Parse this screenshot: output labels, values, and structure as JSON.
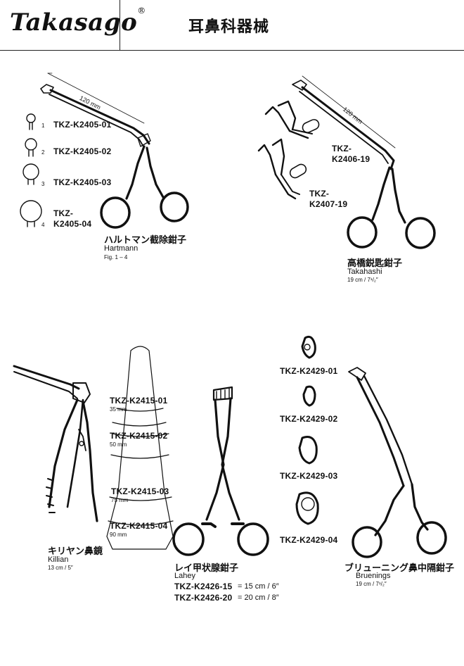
{
  "header": {
    "logo": "Takasago",
    "registered": "®",
    "title": "耳鼻科器械"
  },
  "hartmann": {
    "dimension": "120 mm",
    "items": [
      {
        "num": "1",
        "code": "TKZ-K2405-01"
      },
      {
        "num": "2",
        "code": "TKZ-K2405-02"
      },
      {
        "num": "3",
        "code": "TKZ-K2405-03"
      },
      {
        "num": "4",
        "code_line1": "TKZ-",
        "code_line2": "K2405-04"
      }
    ],
    "name_jp": "ハルトマン截除鉗子",
    "name_en": "Hartmann",
    "fig": "Fig. 1 – 4"
  },
  "takahashi": {
    "dimension": "120 mm",
    "items": [
      {
        "code_line1": "TKZ-",
        "code_line2": "K2406-19"
      },
      {
        "code_line1": "TKZ-",
        "code_line2": "K2407-19"
      }
    ],
    "name_jp": "高橋鋭匙鉗子",
    "name_en": "Takahashi",
    "size": "19 cm / 7¹/₂″"
  },
  "killian": {
    "name_jp": "キリヤン鼻鏡",
    "name_en": "Killian",
    "size": "13 cm / 5″"
  },
  "speculum_blades": {
    "items": [
      {
        "code": "TKZ-K2415-01",
        "length": "35 mm"
      },
      {
        "code": "TKZ-K2415-02",
        "length": "50 mm"
      },
      {
        "code": "TKZ-K2415-03",
        "length": "75 mm"
      },
      {
        "code": "TKZ-K2415-04",
        "length": "90 mm"
      }
    ]
  },
  "lahey": {
    "name_jp": "レイ甲状腺鉗子",
    "name_en": "Lahey",
    "variants": [
      {
        "code": "TKZ-K2426-15",
        "size": "= 15 cm / 6″"
      },
      {
        "code": "TKZ-K2426-20",
        "size": "= 20 cm / 8″"
      }
    ]
  },
  "tips": {
    "items": [
      {
        "code": "TKZ-K2429-01"
      },
      {
        "code": "TKZ-K2429-02"
      },
      {
        "code": "TKZ-K2429-03"
      },
      {
        "code": "TKZ-K2429-04"
      }
    ]
  },
  "bruenings": {
    "name_jp": "ブリューニング鼻中隔鉗子",
    "name_en": "Bruenings",
    "size": "19 cm / 7¹/₂″"
  }
}
